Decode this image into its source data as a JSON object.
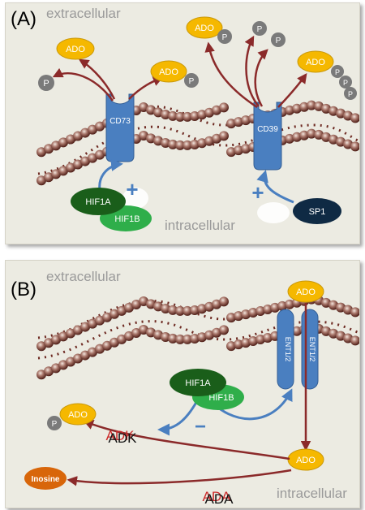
{
  "panel_a": {
    "label": "(A)",
    "extracellular": "extracellular",
    "intracellular": "intracellular",
    "cd73": "CD73",
    "cd39": "CD39",
    "ado": "ADO",
    "phosphate": "P",
    "hif1a": "HIF1A",
    "hif1b": "HIF1B",
    "sp1": "SP1",
    "plus": "+"
  },
  "panel_b": {
    "label": "(B)",
    "extracellular": "extracellular",
    "intracellular": "intracellular",
    "ado": "ADO",
    "phosphate": "P",
    "ent": "ENT1/2",
    "hif1a": "HIF1A",
    "hif1b": "HIF1B",
    "adk": "ADK",
    "ada": "ADA",
    "inosine": "Inosine",
    "minus": "−"
  },
  "colors": {
    "ado_fill": "#f5b800",
    "phosphate_fill": "#7a7a7a",
    "arrow": "#8b2a2a",
    "protein": "#4a7fc0",
    "hif1a": "#1a5e1a",
    "hif1b": "#2fae4a",
    "sp1": "#0f2a44",
    "inosine": "#d8660a",
    "membrane": "#6e2a22"
  }
}
